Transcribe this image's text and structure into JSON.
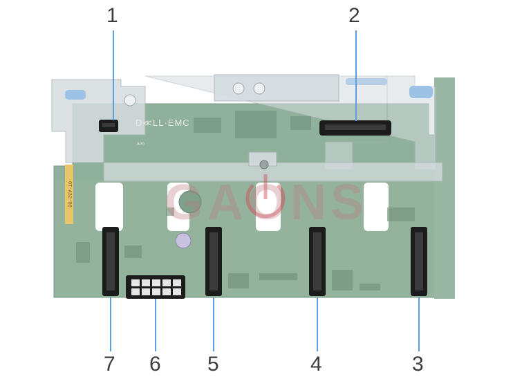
{
  "callouts": [
    {
      "id": 1,
      "label": "1"
    },
    {
      "id": 2,
      "label": "2"
    },
    {
      "id": 3,
      "label": "3"
    },
    {
      "id": 4,
      "label": "4"
    },
    {
      "id": 5,
      "label": "5"
    },
    {
      "id": 6,
      "label": "6"
    },
    {
      "id": 7,
      "label": "7"
    }
  ],
  "watermark": "GAONS",
  "board": {
    "brand": "D≪LL·EMC",
    "rev": "A00",
    "side_sticker": "0T-A32-00"
  },
  "colors": {
    "pcb": "#8fb09a",
    "bracket": "#cfd6d8",
    "connector": "#1c1c1c",
    "leader": "#5aa0e0",
    "text": "#3c3c3c"
  }
}
